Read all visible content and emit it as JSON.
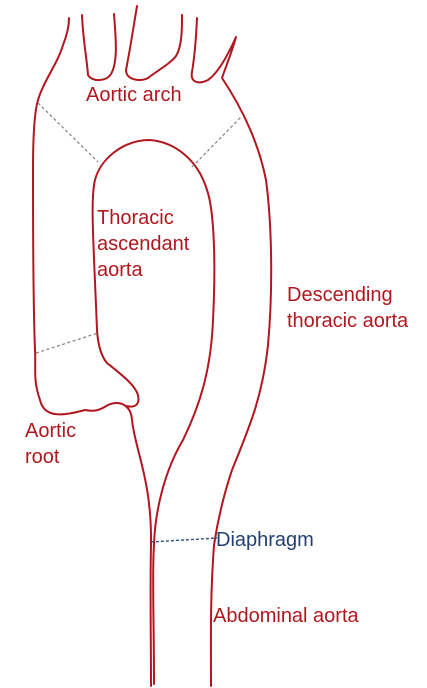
{
  "labels": {
    "aortic_arch": "Aortic arch",
    "thoracic_ascendant": "Thoracic\nascendant\naorta",
    "descending_thoracic": "Descending\nthoracic aorta",
    "aortic_root": "Aortic\nroot",
    "diaphragm": "Diaphragm",
    "abdominal": "Abdominal aorta"
  },
  "colors": {
    "vessel_outline": "#b0171f",
    "label_text": "#b0171f",
    "diaphragm": "#243f73",
    "segment_boundary": "#808080"
  }
}
